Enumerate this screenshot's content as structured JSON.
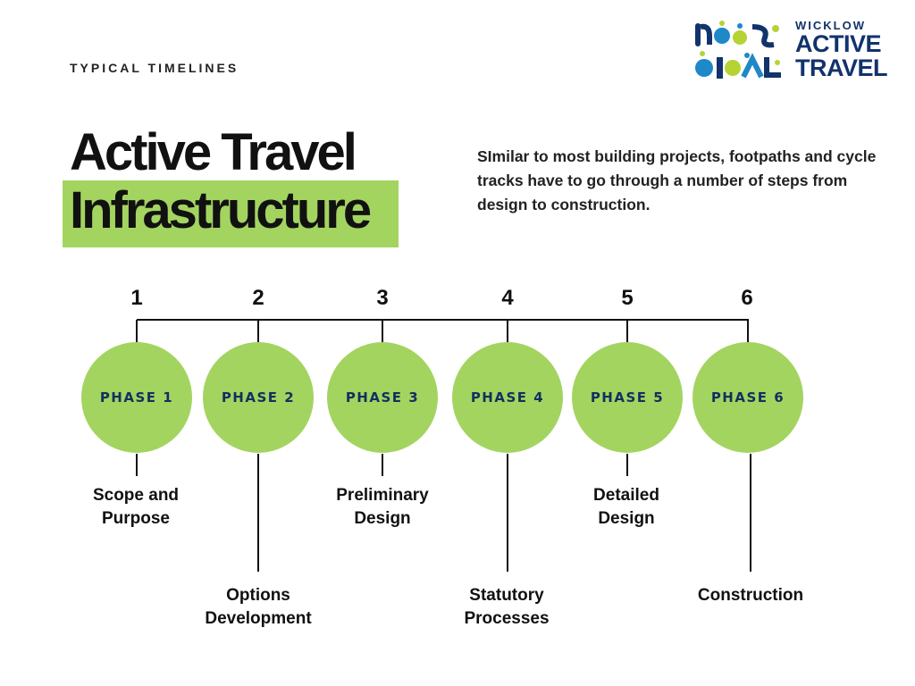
{
  "eyebrow": "TYPICAL TIMELINES",
  "title": {
    "line1": "Active Travel",
    "line2": "Infrastructure"
  },
  "intro": "SImilar to most building projects, footpaths and cycle tracks have to go through a number of steps from design to construction.",
  "logo": {
    "line1": "WICKLOW",
    "line2": "ACTIVE",
    "line3": "TRAVEL"
  },
  "colors": {
    "accent_green": "#a3d460",
    "navy": "#12305e",
    "logo_blue": "#1e88c9",
    "logo_lime": "#b5d334"
  },
  "phases": [
    {
      "number": "1",
      "label": "PHASE 1",
      "description": "Scope and Purpose"
    },
    {
      "number": "2",
      "label": "PHASE 2",
      "description": "Options Development"
    },
    {
      "number": "3",
      "label": "PHASE 3",
      "description": "Preliminary Design"
    },
    {
      "number": "4",
      "label": "PHASE 4",
      "description": "Statutory Processes"
    },
    {
      "number": "5",
      "label": "PHASE 5",
      "description": "Detailed Design"
    },
    {
      "number": "6",
      "label": "PHASE 6",
      "description": "Construction"
    }
  ]
}
